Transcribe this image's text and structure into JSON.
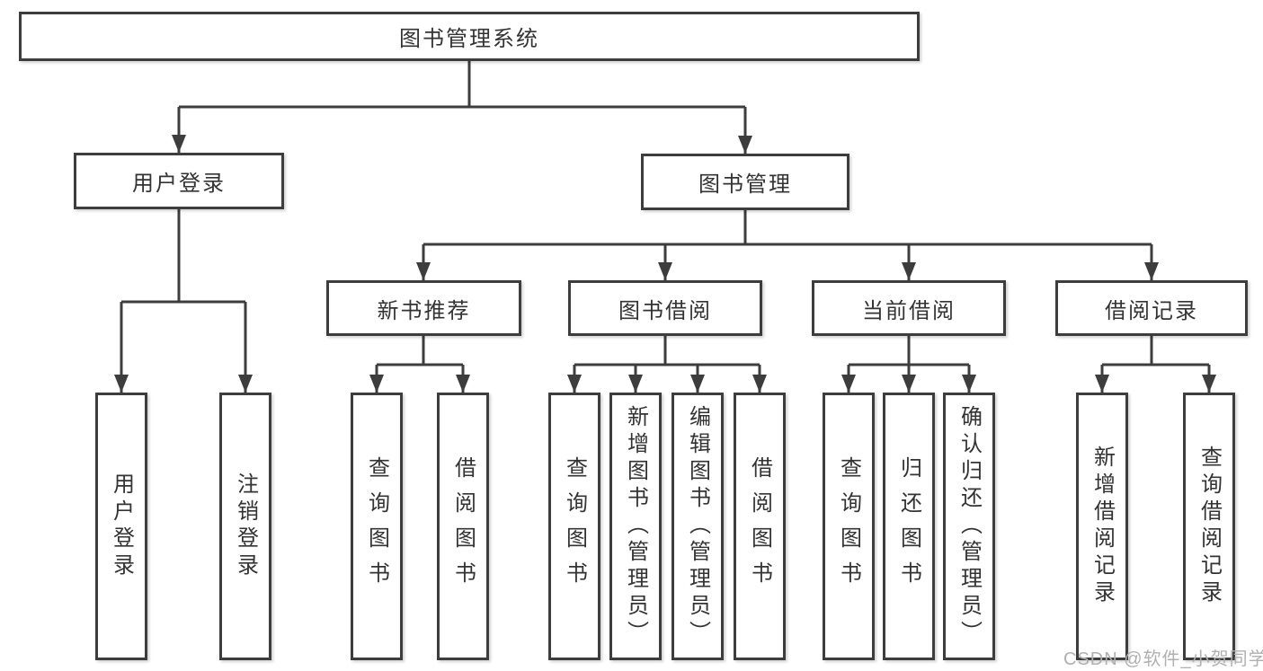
{
  "diagram": {
    "root": {
      "label": "图书管理系统"
    },
    "level2": [
      {
        "label": "用户登录"
      },
      {
        "label": "图书管理"
      }
    ],
    "level3": [
      {
        "label": "新书推荐"
      },
      {
        "label": "图书借阅"
      },
      {
        "label": "当前借阅"
      },
      {
        "label": "借阅记录"
      }
    ],
    "leaves": {
      "user_login": [
        "用户登录",
        "注销登录"
      ],
      "new_books": [
        "查询图书",
        "借阅图书"
      ],
      "book_borrow": [
        "查询图书",
        "新增图书（管理员）",
        "编辑图书（管理员）",
        "借阅图书"
      ],
      "current_borrow": [
        "查询图书",
        "归还图书",
        "确认归还（管理员）"
      ],
      "borrow_records": [
        "新增借阅记录",
        "查询借阅记录"
      ]
    }
  },
  "watermark": {
    "text": "CSDN @软件_小贺同学"
  },
  "colors": {
    "line": "#3d3d3d",
    "text": "#333333",
    "watermark": "#b0b0b0",
    "background": "#ffffff"
  }
}
